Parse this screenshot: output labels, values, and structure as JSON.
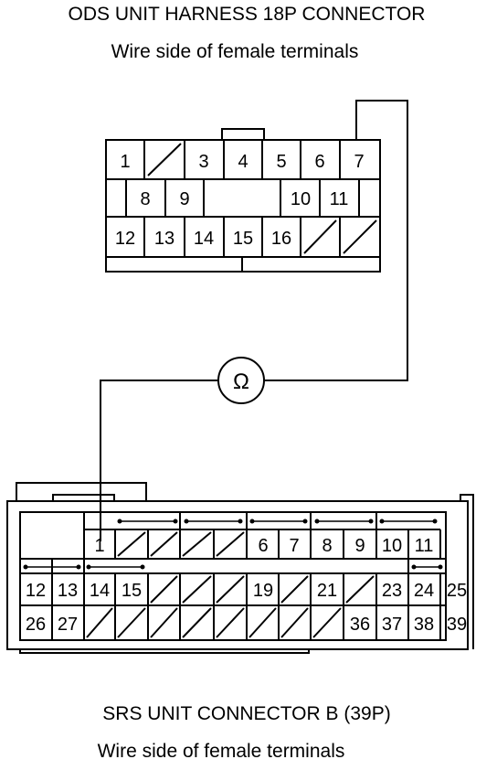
{
  "top_connector": {
    "title": "ODS UNIT HARNESS 18P CONNECTOR",
    "subtitle": "Wire side of female terminals",
    "row1": [
      "1",
      "",
      "3",
      "4",
      "5",
      "6",
      "7"
    ],
    "row2": [
      "8",
      "9",
      "10",
      "11"
    ],
    "row3": [
      "12",
      "13",
      "14",
      "15",
      "16",
      "",
      ""
    ]
  },
  "meter": {
    "symbol": "Ω",
    "icon": "ohmmeter-icon"
  },
  "bottom_connector": {
    "title": "SRS UNIT CONNECTOR B (39P)",
    "subtitle": "Wire side of female terminals",
    "row1": [
      "1",
      "",
      "",
      "",
      "",
      "6",
      "7",
      "8",
      "9",
      "10",
      "11"
    ],
    "row2": [
      "12",
      "13",
      "14",
      "15",
      "",
      "",
      "",
      "19",
      "",
      "21",
      "",
      "23",
      "24",
      "25"
    ],
    "row3": [
      "26",
      "27",
      "",
      "",
      "",
      "",
      "",
      "",
      "",
      "",
      "36",
      "37",
      "38",
      "39"
    ]
  }
}
